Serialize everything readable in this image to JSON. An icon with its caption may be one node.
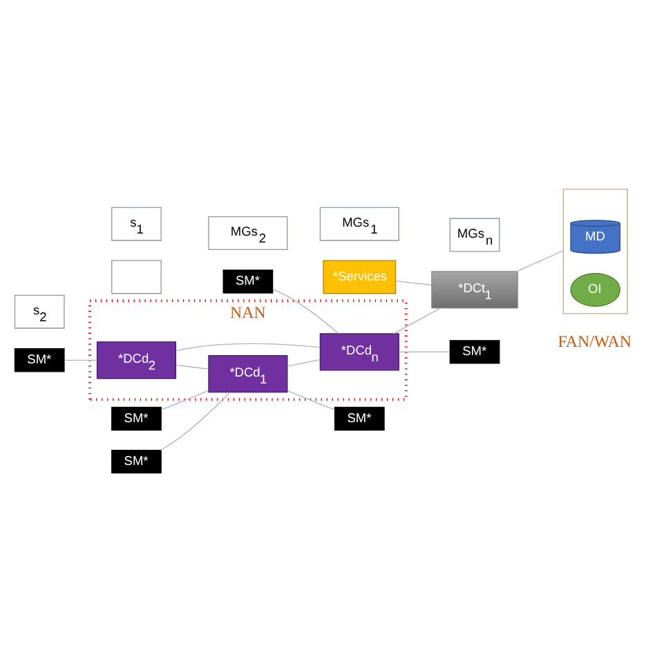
{
  "diagram": {
    "nodes": [
      {
        "text": [
          "NAN"
        ]
      },
      {
        "text": [
          "*DCd$_{2}$"
        ],
        "in": 0
      },
      {
        "text": [
          "*DCd$_{1}$"
        ],
        "in": 0
      },
      {
        "text": [
          "*DCd$_{n}$"
        ],
        "in": 0
      },
      {
        "text": [
          "MGs$_{2}$"
        ]
      },
      {
        "text": [
          "SM*"
        ]
      },
      {
        "text": [
          "s$_{2}$"
        ]
      },
      {
        "text": [
          "SM*"
        ]
      },
      {
        "text": [],
        "shape": "box"
      },
      {
        "text": [
          "SM*"
        ]
      },
      {
        "text": [
          "s$_{1}$"
        ]
      },
      {
        "text": [
          "SM*"
        ]
      },
      {
        "text": [
          "SM*"
        ]
      },
      {
        "text": [
          "MGs$_{1}$"
        ]
      },
      {
        "text": [
          "SM*"
        ]
      },
      {
        "text": [
          "MGs$_{n}$"
        ]
      },
      {
        "text": [
          "*Services"
        ]
      },
      {
        "text": [
          "*DCt$_{1}$"
        ]
      },
      {
        "text": [],
        "shape": "box"
      },
      {
        "text": [
          "MD"
        ],
        "in": 18
      },
      {
        "text": [
          "OI"
        ],
        "in": 18
      }
    ],
    "edges": [
      {
        "from": 7,
        "to": 1,
        "arrow": "none"
      },
      {
        "from": 1,
        "to": 2,
        "arrow": "none"
      },
      {
        "from": 1,
        "to": 3,
        "arrow": "none"
      },
      {
        "from": 5,
        "to": 3,
        "arrow": "none"
      },
      {
        "from": 9,
        "to": 2,
        "arrow": "none"
      },
      {
        "from": 2,
        "to": 3,
        "arrow": "none"
      },
      {
        "from": 11,
        "to": 2,
        "arrow": "none"
      },
      {
        "from": 2,
        "to": 12,
        "arrow": "none"
      },
      {
        "from": 3,
        "to": 14,
        "arrow": "none"
      },
      {
        "from": 3,
        "to": 17,
        "arrow": "none"
      },
      {
        "from": 16,
        "to": 17,
        "arrow": "none"
      },
      {
        "from": 17,
        "to": 18,
        "arrow": "none"
      }
    ],
    "labels": [
      "FAN/WAN"
    ]
  }
}
